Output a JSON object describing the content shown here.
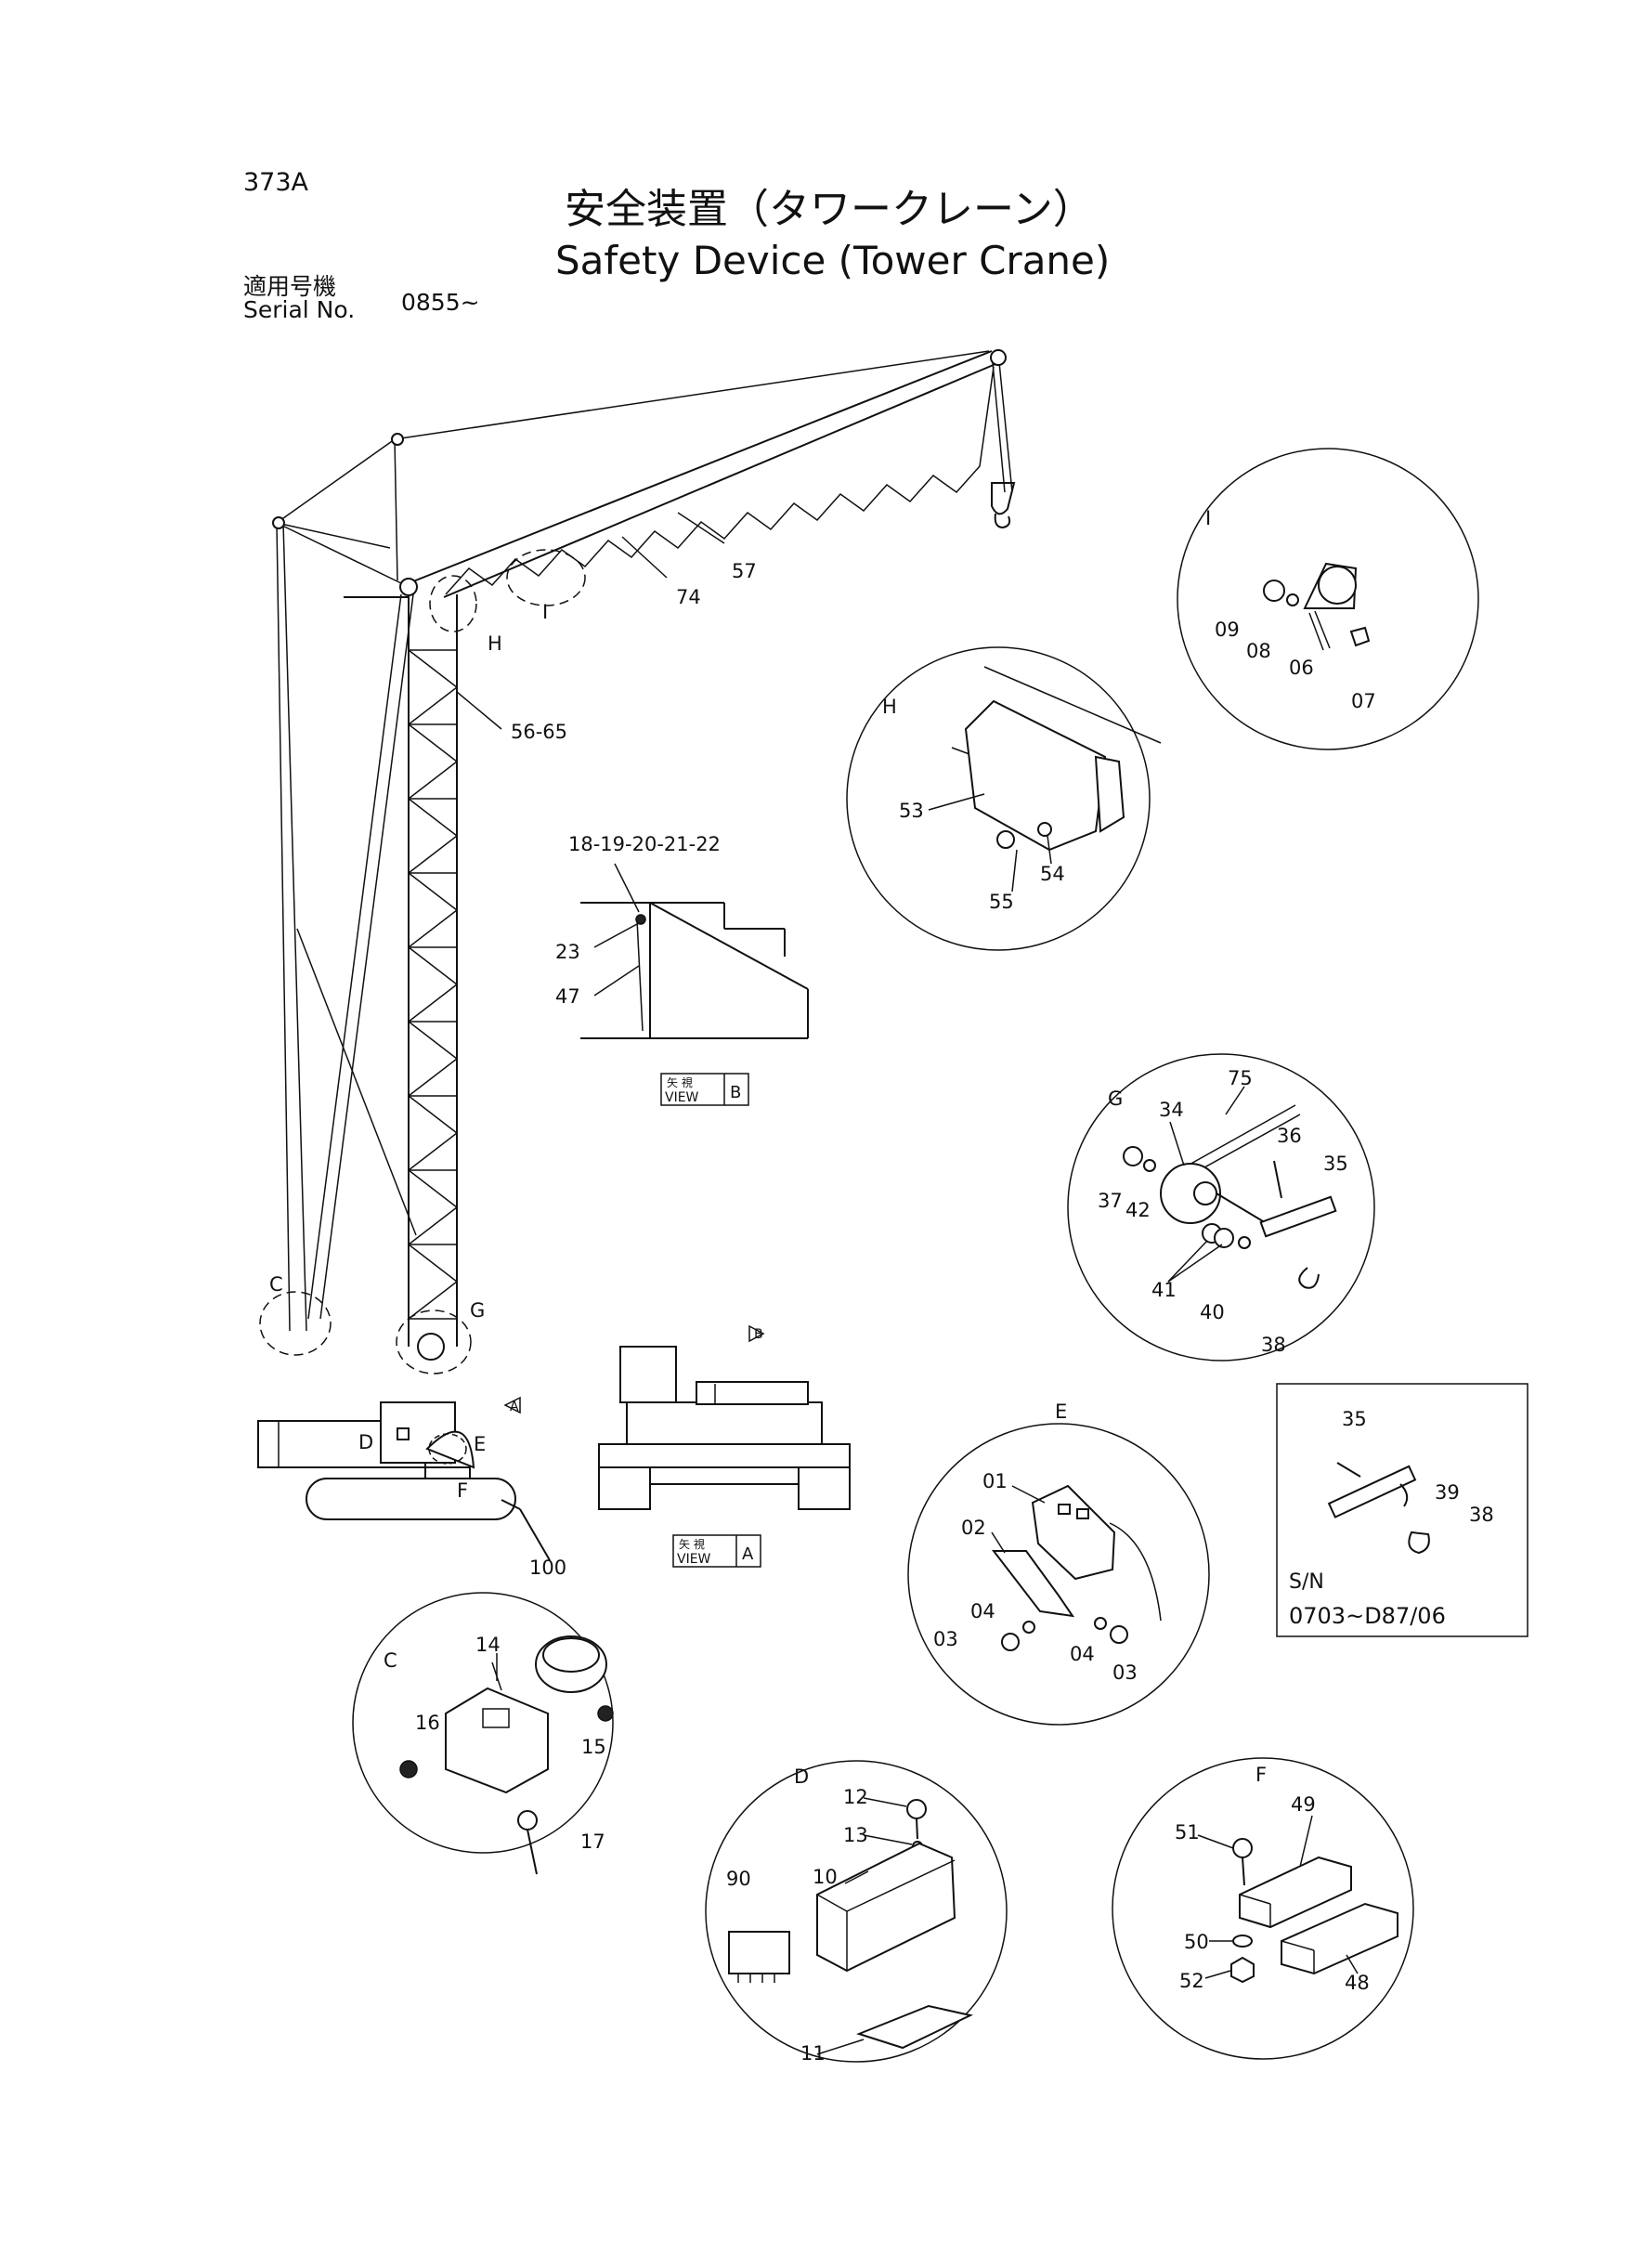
{
  "page_code": "373A",
  "title_jp": "安全装置（タワークレーン）",
  "title_en": "Safety Device (Tower Crane)",
  "serial_jp": "適用号機",
  "serial_en": "Serial No.",
  "serial_value": "0855~",
  "view_b": {
    "jp": "矢 視",
    "en": "VIEW",
    "letter": "B"
  },
  "view_a": {
    "jp": "矢 視",
    "en": "VIEW",
    "letter": "A"
  },
  "arrow_a": "A",
  "arrow_b": "B",
  "crane_labels": {
    "p57": "57",
    "p74": "74",
    "I": "I",
    "H": "H",
    "p56_65": "56-65",
    "C": "C",
    "G": "G",
    "D": "D",
    "E": "E",
    "F": "F",
    "p100": "100"
  },
  "view_b_labels": {
    "p18_22": "18-19-20-21-22",
    "p23": "23",
    "p47": "47"
  },
  "detail_I": {
    "letter": "I",
    "p09": "09",
    "p08": "08",
    "p06": "06",
    "p07": "07"
  },
  "detail_H": {
    "letter": "H",
    "p53": "53",
    "p54": "54",
    "p55": "55"
  },
  "detail_G": {
    "letter": "G",
    "p75": "75",
    "p34": "34",
    "p36": "36",
    "p35": "35",
    "p37": "37",
    "p42": "42",
    "p41": "41",
    "p40": "40",
    "p38": "38"
  },
  "sn_box": {
    "p35": "35",
    "p39": "39",
    "p38": "38",
    "sn": "S/N",
    "range": "0703~D87/06"
  },
  "detail_E": {
    "letter": "E",
    "p01": "01",
    "p02": "02",
    "p04a": "04",
    "p03a": "03",
    "p04b": "04",
    "p03b": "03"
  },
  "detail_C": {
    "letter": "C",
    "p14": "14",
    "p16": "16",
    "p15": "15",
    "p17": "17"
  },
  "detail_D": {
    "letter": "D",
    "p12": "12",
    "p13": "13",
    "p90": "90",
    "p10": "10",
    "p11": "11"
  },
  "detail_F": {
    "letter": "F",
    "p49": "49",
    "p51": "51",
    "p50": "50",
    "p52": "52",
    "p48": "48"
  }
}
